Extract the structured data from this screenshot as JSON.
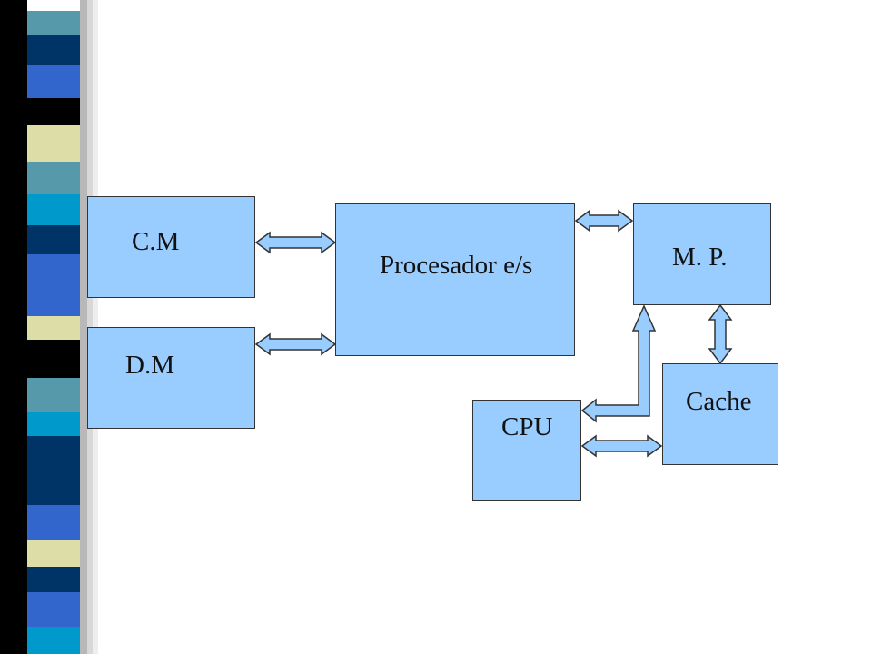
{
  "blocks": {
    "cm": "C.M",
    "dm": "D.M",
    "procesador": "Procesador e/s",
    "mp": "M. P.",
    "cache": "Cache",
    "cpu": "CPU"
  },
  "colors": {
    "block_fill": "#99ccff",
    "arrow_fill": "#99ccff",
    "outline": "#333333",
    "strip": [
      "#3366cc",
      "#0099cc",
      "#003366",
      "#000000",
      "#dddda8",
      "#5599aa",
      "#ffffff"
    ]
  }
}
